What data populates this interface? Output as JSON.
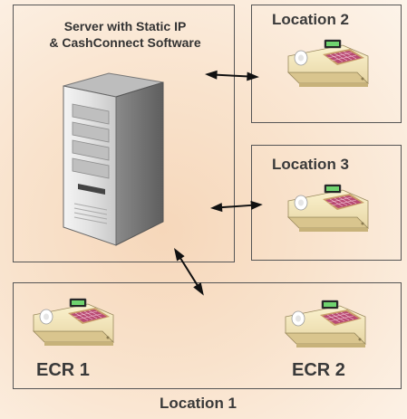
{
  "server": {
    "line1": "Server with Static IP",
    "line2": "& CashConnect Software"
  },
  "location2": {
    "label": "Location 2"
  },
  "location3": {
    "label": "Location 3"
  },
  "location1": {
    "label": "Location 1",
    "ecr1": "ECR 1",
    "ecr2": "ECR 2"
  },
  "colors": {
    "border": "#555555",
    "text": "#3a3a3a",
    "background": "#f7dcc2"
  }
}
